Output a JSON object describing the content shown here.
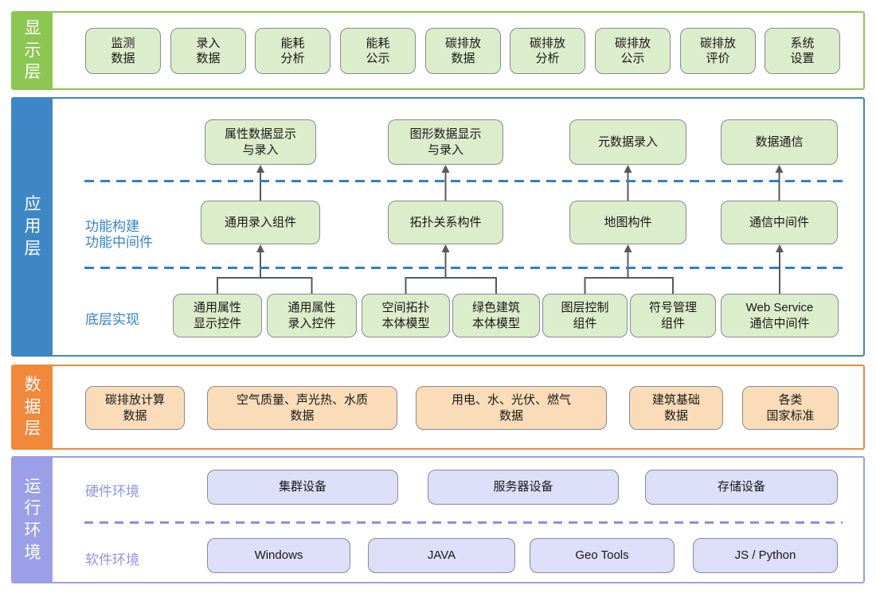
{
  "display": {
    "label": "显示层",
    "boxes": [
      "监测\n数据",
      "录入\n数据",
      "能耗\n分析",
      "能耗\n公示",
      "碳排放\n数据",
      "碳排放\n分析",
      "碳排放\n公示",
      "碳排放\n评价",
      "系统\n设置"
    ]
  },
  "app": {
    "label": "应用层",
    "rows": {
      "middleware": {
        "label": "功能中间件",
        "boxes": [
          "属性数据显示\n与录入",
          "图形数据显示\n与录入",
          "元数据录入",
          "数据通信"
        ]
      },
      "build": {
        "label": "功能构建",
        "boxes": [
          "通用录入组件",
          "拓扑关系构件",
          "地图构件",
          "通信中间件"
        ]
      },
      "base": {
        "label": "底层实现",
        "boxes": [
          "通用属性\n显示控件",
          "通用属性\n录入控件",
          "空间拓扑\n本体模型",
          "绿色建筑\n本体模型",
          "图层控制\n组件",
          "符号管理\n组件",
          "Web Service\n通信中间件"
        ]
      }
    }
  },
  "data": {
    "label": "数据层",
    "boxes": [
      "碳排放计算\n数据",
      "空气质量、声光热、水质\n数据",
      "用电、水、光伏、燃气\n数据",
      "建筑基础\n数据",
      "各类\n国家标准"
    ]
  },
  "runtime": {
    "label": "运行环境",
    "rows": {
      "hardware": {
        "label": "硬件环境",
        "boxes": [
          "集群设备",
          "服务器设备",
          "存储设备"
        ]
      },
      "software": {
        "label": "软件环境",
        "boxes": [
          "Windows",
          "JAVA",
          "Geo Tools",
          "JS / Python"
        ]
      }
    }
  },
  "colors": {
    "display_accent": "#8cc653",
    "app_accent": "#3e87c6",
    "data_accent": "#f1883b",
    "runtime_accent": "#9b9fe8",
    "app_dashed_line": "#2e7fd0",
    "runtime_dashed_line": "#8a8fe0",
    "green_box_fill": "#dcedcb",
    "peach_box_fill": "#fbdcb8",
    "purple_box_fill": "#dddef8",
    "box_border": "#858b93",
    "connector": "#555a60"
  }
}
